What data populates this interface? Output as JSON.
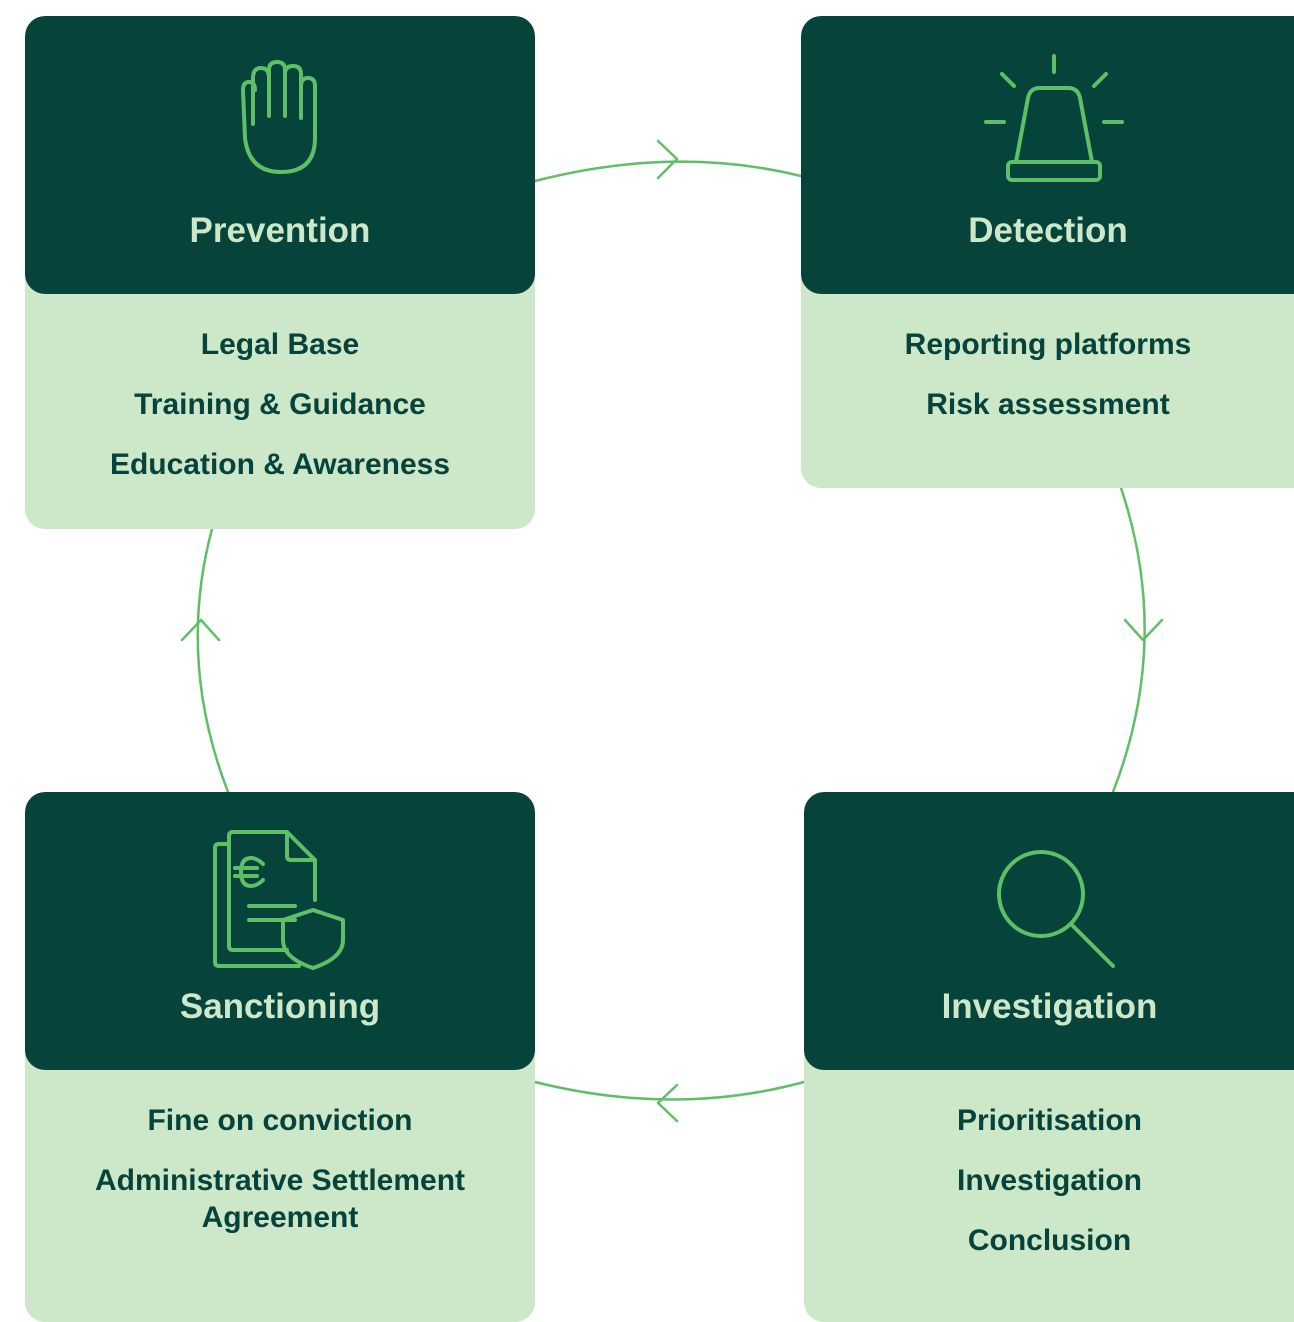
{
  "colors": {
    "header_bg": "#06433b",
    "body_bg": "#cde7c9",
    "accent": "#5fbf66",
    "title_text": "#cde7c9",
    "item_text": "#06433b"
  },
  "cycle_direction": "clockwise",
  "cards": {
    "prevention": {
      "icon": "raised-hand-icon",
      "title": "Prevention",
      "items": [
        "Legal Base",
        "Training & Guidance",
        "Education & Awareness"
      ]
    },
    "detection": {
      "icon": "alarm-beacon-icon",
      "title": "Detection",
      "items": [
        "Reporting platforms",
        "Risk assessment"
      ]
    },
    "investigation": {
      "icon": "magnifying-glass-icon",
      "title": "Investigation",
      "items": [
        "Prioritisation",
        "Investigation",
        "Conclusion"
      ]
    },
    "sanctioning": {
      "icon": "euro-document-shield-icon",
      "title": "Sanctioning",
      "items": [
        "Fine on conviction",
        "Administrative Settlement Agreement"
      ]
    }
  }
}
